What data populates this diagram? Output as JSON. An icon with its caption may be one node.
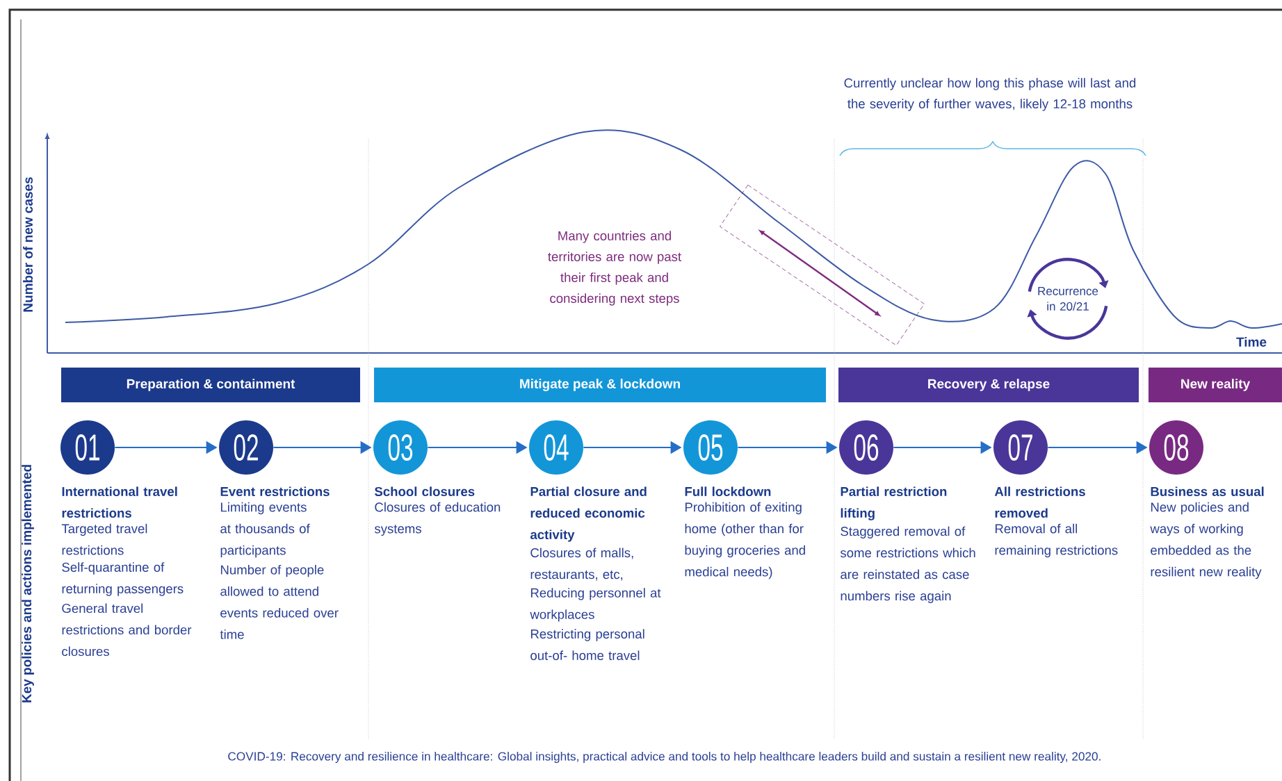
{
  "diagram": {
    "caption": "COVID-19: Recovery and resilience in healthcare: Global insights, practical advice and tools to help healthcare leaders build and sustain a resilient new reality, 2020.",
    "nodes": [
      {
        "text": [
          "Preparation & containment"
        ]
      },
      {
        "text": [
          "Mitigate peak & lockdown"
        ]
      },
      {
        "text": [
          "Recovery & relapse"
        ]
      },
      {
        "text": [
          "New reality"
        ]
      },
      {
        "text": [
          "01"
        ],
        "beside": [
          "International travel restrictions",
          "Targeted travel restrictions",
          "Self-quarantine of returning passengers",
          "General travel restrictions and border closures"
        ]
      },
      {
        "text": [
          "02"
        ],
        "beside": [
          "Event restrictions",
          "Limiting events at thousands of participants",
          "Number of people allowed to attend events reduced over time"
        ]
      },
      {
        "text": [
          "03"
        ],
        "beside": [
          "School closures",
          "Closures of education systems"
        ]
      },
      {
        "text": [
          "04"
        ],
        "beside": [
          "Partial closure and reduced economic activity",
          "Closures of malls, restaurants, etc,",
          "Reducing personnel at workplaces",
          "Restricting personal out-of- home travel"
        ]
      },
      {
        "text": [
          "05"
        ],
        "beside": [
          "Full lockdown",
          "Prohibition of exiting home (other than for buying groceries and medical needs)"
        ]
      },
      {
        "text": [
          "06"
        ],
        "beside": [
          "Partial restriction lifting",
          "Staggered removal of some restrictions which are reinstated as case numbers rise again"
        ]
      },
      {
        "text": [
          "07"
        ],
        "beside": [
          "All restrictions removed",
          "Removal of all remaining restrictions"
        ]
      },
      {
        "text": [
          "08"
        ],
        "beside": [
          "Business as usual",
          "New policies and ways of working embedded as the resilient new reality"
        ]
      }
    ],
    "edges": [
      {
        "from": 4,
        "to": 5,
        "arrow": "to"
      },
      {
        "from": 5,
        "to": 6,
        "arrow": "to"
      },
      {
        "from": 6,
        "to": 7,
        "arrow": "to"
      },
      {
        "from": 7,
        "to": 8,
        "arrow": "to"
      },
      {
        "from": 8,
        "to": 9,
        "arrow": "to"
      },
      {
        "from": 9,
        "to": 10,
        "arrow": "to"
      },
      {
        "from": 10,
        "to": 11,
        "arrow": "to"
      }
    ],
    "labels": [
      "Currently unclear how long this phase will last and the severity of further waves, likely 12-18 months",
      "Number of new cases",
      "Many countries and territories are now past their first peak and considering next steps",
      "Recurrence in 20/21",
      "Time",
      "Key policies and actions implemented"
    ]
  }
}
